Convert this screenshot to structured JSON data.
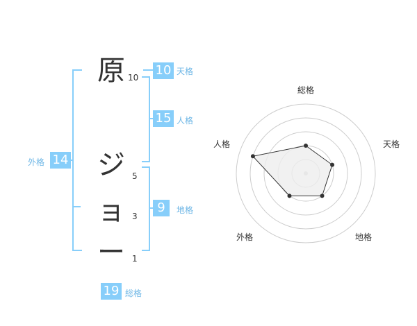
{
  "name": {
    "characters": [
      {
        "char": "原",
        "strokes": "10"
      },
      {
        "char": "ジ",
        "strokes": "5"
      },
      {
        "char": "ョ",
        "strokes": "3"
      },
      {
        "char": "ー",
        "strokes": "1"
      }
    ]
  },
  "kakusu": {
    "tenkaku": {
      "value": "10",
      "label": "天格"
    },
    "jinkaku": {
      "value": "15",
      "label": "人格"
    },
    "chikaku": {
      "value": "9",
      "label": "地格"
    },
    "gaikaku": {
      "value": "14",
      "label": "外格"
    },
    "soukaku": {
      "value": "19",
      "label": "総格"
    }
  },
  "radar": {
    "axes": [
      "総格",
      "天格",
      "地格",
      "外格",
      "人格"
    ],
    "values": [
      2,
      2,
      2,
      2,
      4
    ],
    "max": 5,
    "colors": {
      "ring": "#cccccc",
      "fill": "#eeeeee",
      "line": "#333333",
      "point": "#333333"
    }
  },
  "colors": {
    "accent": "#87cefa",
    "label": "#6fb7e6",
    "text": "#333333"
  }
}
